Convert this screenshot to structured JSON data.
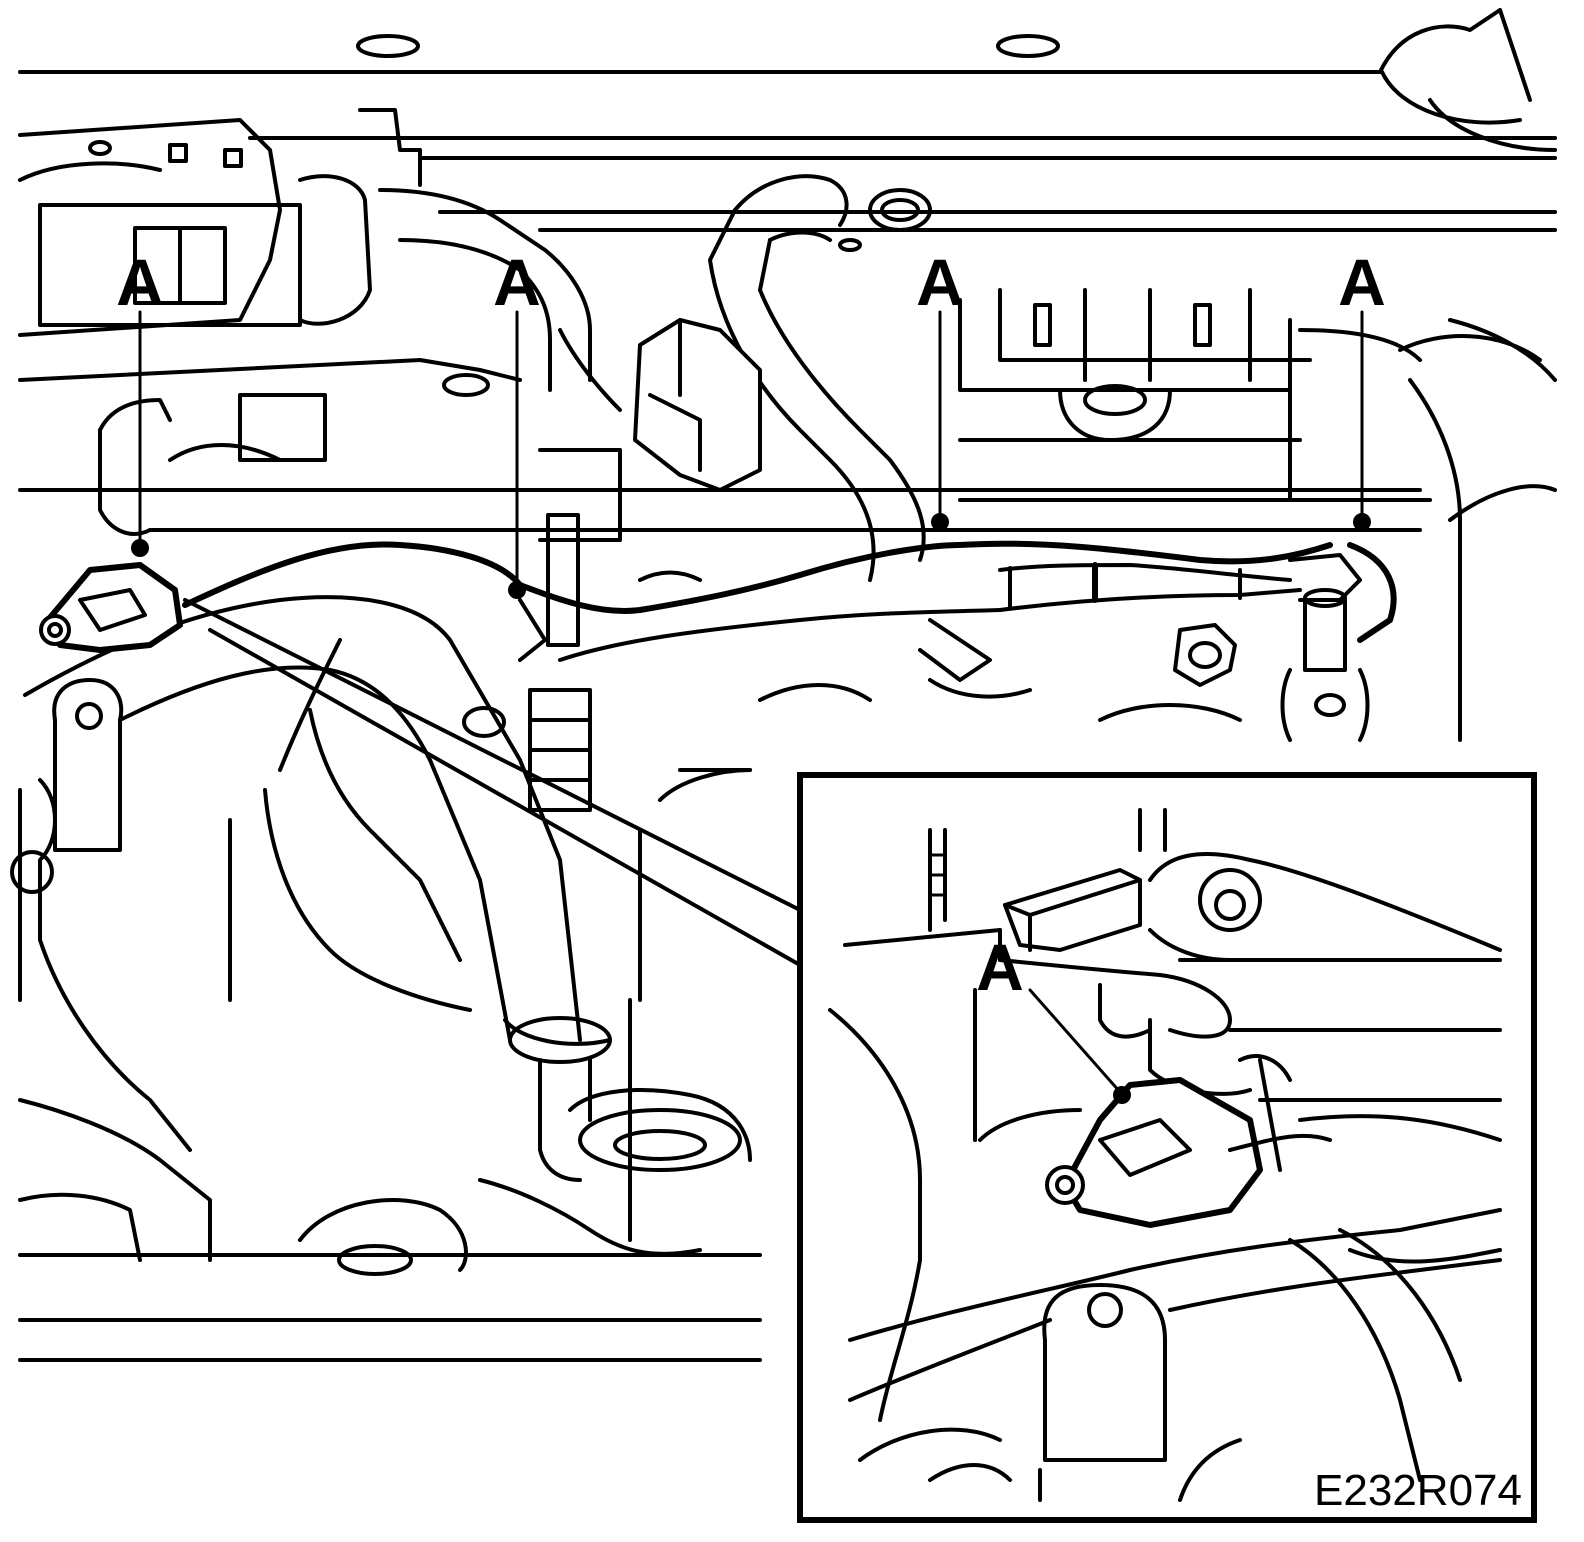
{
  "figure": {
    "id": "E232R074",
    "callouts": [
      "A",
      "A",
      "A",
      "A",
      "A"
    ]
  }
}
